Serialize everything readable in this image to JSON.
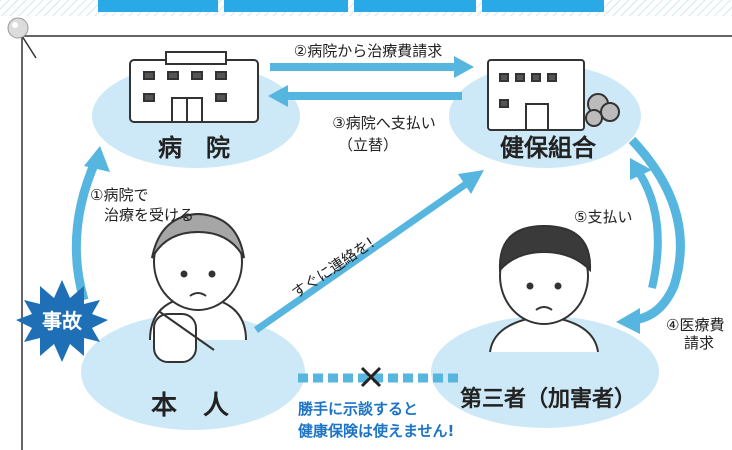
{
  "nodes": {
    "hospital": "病　院",
    "insurer": "健保組合",
    "self": "本　人",
    "third_party": "第三者（加害者）"
  },
  "badge": "事故",
  "arrows": {
    "a1_line1": "①病院で",
    "a1_line2": "治療を受ける",
    "a2": "②病院から治療費請求",
    "a3_line1": "③病院へ支払い",
    "a3_line2": "（立替）",
    "a4_line1": "④医療費",
    "a4_line2": "請求",
    "a5": "⑤支払い",
    "contact": "すぐに連絡を!"
  },
  "warning": {
    "line1": "勝手に示談すると",
    "line2": "健康保険は使えません!"
  },
  "colors": {
    "arrow": "#56b6e0",
    "node_fill": "#cde8f6",
    "badge": "#1e6fb5",
    "warning_text": "#1d74c5",
    "header_bar": "#29a9e6"
  }
}
